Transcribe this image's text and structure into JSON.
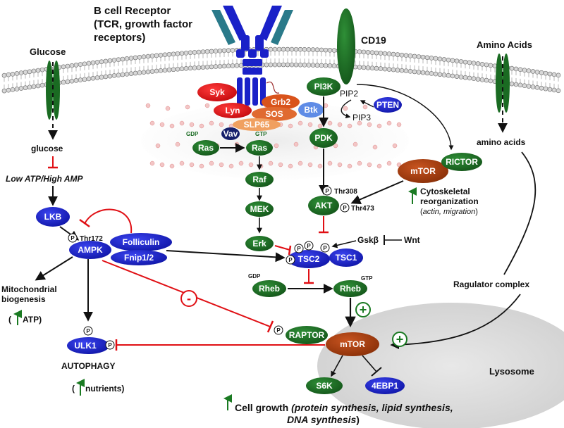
{
  "colors": {
    "blue": "#1a21c8",
    "green": "#1a6b22",
    "red": "#e00f14",
    "orange": "#d9531b",
    "brown": "#a63d12",
    "lightblue": "#5f8ce6",
    "peach": "#f0a060",
    "navy": "#16206b",
    "inhibit": "#e00f14",
    "lysosome": "#dcdcdc"
  },
  "icons": {
    "membrane": "lipid-bilayer",
    "receptor": "antibody-receptor-icon",
    "up_arrow": "green-up-arrow-icon",
    "phospho": "phosphate-circle-icon"
  },
  "labels": {
    "bcr_line1": "B cell Receptor",
    "bcr_line2": "(TCR, growth factor",
    "bcr_line3": "receptors)",
    "cd19": "CD19",
    "glucose_top": "Glucose",
    "amino_top": "Amino Acids",
    "glucose": "glucose",
    "amino_acids": "amino acids",
    "low_atp": "Low ATP/High AMP",
    "mito_line1": "Mitochondrial",
    "mito_line2": "biogenesis",
    "atp": "ATP)",
    "paren_open": "(",
    "autophagy": "AUTOPHAGY",
    "nutrients": "nutrients)",
    "lysosome": "Lysosome",
    "ragulator": "Ragulator complex",
    "cyto_line1": "Cytoskeletal",
    "cyto_line2": "reorganization",
    "cyto_line3a": "(",
    "cyto_line3b": "actin, migration",
    "cyto_line3c": ")",
    "cell_growth_bold": "Cell growth ",
    "cell_growth_it1": "(protein synthesis, lipid synthesis,",
    "cell_growth_it2": "DNA synthesis",
    "cell_growth_close": ")",
    "gdp1": "GDP",
    "gtp1": "GTP",
    "gdp2": "GDP",
    "gtp2": "GTP",
    "thr172": "Thr172",
    "thr308": "Thr308",
    "thr473": "Thr473",
    "pip2": "PIP2",
    "pip3": "PIP3",
    "gsk": "Gskβ",
    "wnt": "Wnt",
    "minus": "-",
    "plus": "+",
    "p": "P"
  },
  "nodes": {
    "syk": "Syk",
    "lyn": "Lyn",
    "grb2": "Grb2",
    "sos": "SOS",
    "btk": "Btk",
    "slp65": "SLP65",
    "vav": "Vav",
    "ras_gdp": "Ras",
    "ras_gtp": "Ras",
    "raf": "Raf",
    "mek": "MEK",
    "erk": "Erk",
    "pi3k": "PI3K",
    "pten": "PTEN",
    "pdk": "PDK",
    "akt": "AKT",
    "mtorc2": "mTOR",
    "rictor": "RICTOR",
    "lkb": "LKB",
    "ampk": "AMPK",
    "folliculin": "Folliculin",
    "fnip": "Fnip1/2",
    "tsc2": "TSC2",
    "tsc1": "TSC1",
    "rheb_gdp": "Rheb",
    "rheb_gtp": "Rheb",
    "raptor": "RAPTOR",
    "mtorc1": "mTOR",
    "ulk1": "ULK1",
    "s6k": "S6K",
    "ebp1": "4EBP1"
  }
}
